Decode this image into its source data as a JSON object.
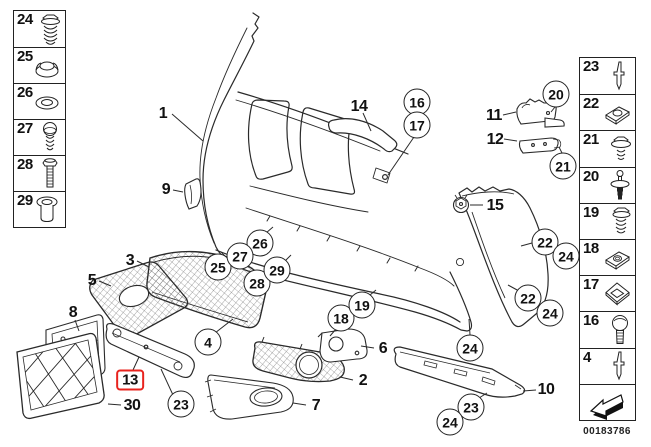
{
  "doc_number": "00183786",
  "colors": {
    "highlight_red": "#e8231e",
    "line": "#2a2a2a"
  },
  "fastener_panel_left": {
    "items": [
      {
        "label": "24",
        "icon": "hex-flange-screw-icon"
      },
      {
        "label": "25",
        "icon": "cover-cap-icon"
      },
      {
        "label": "26",
        "icon": "washer-icon"
      },
      {
        "label": "27",
        "icon": "oval-head-screw-icon"
      },
      {
        "label": "28",
        "icon": "hex-bolt-icon"
      },
      {
        "label": "29",
        "icon": "spacer-sleeve-icon"
      }
    ]
  },
  "fastener_panel_right": {
    "items": [
      {
        "label": "23",
        "icon": "blind-rivet-icon"
      },
      {
        "label": "22",
        "icon": "clip-nut-icon"
      },
      {
        "label": "21",
        "icon": "screw-with-washer-icon"
      },
      {
        "label": "20",
        "icon": "expanding-rivet-icon"
      },
      {
        "label": "19",
        "icon": "flange-screw-icon"
      },
      {
        "label": "18",
        "icon": "clip-nut-hole-icon"
      },
      {
        "label": "17",
        "icon": "square-clip-icon"
      },
      {
        "label": "16",
        "icon": "pan-head-screw-icon"
      },
      {
        "label": "4",
        "icon": "blind-rivet-icon"
      }
    ],
    "footer_icon": "page-arrow-icon"
  },
  "callouts": {
    "plain": [
      {
        "label": "1"
      },
      {
        "label": "3"
      },
      {
        "label": "5"
      },
      {
        "label": "8"
      },
      {
        "label": "9"
      },
      {
        "label": "11"
      },
      {
        "label": "12"
      },
      {
        "label": "14"
      },
      {
        "label": "15"
      },
      {
        "label": "6"
      },
      {
        "label": "2"
      },
      {
        "label": "7"
      },
      {
        "label": "10"
      },
      {
        "label": "13",
        "highlighted": true
      },
      {
        "label": "30"
      }
    ],
    "circled": [
      {
        "label": "16"
      },
      {
        "label": "17"
      },
      {
        "label": "20"
      },
      {
        "label": "21"
      },
      {
        "label": "25"
      },
      {
        "label": "26"
      },
      {
        "label": "27"
      },
      {
        "label": "28"
      },
      {
        "label": "29"
      },
      {
        "label": "4"
      },
      {
        "label": "18"
      },
      {
        "label": "19"
      },
      {
        "label": "22"
      },
      {
        "label": "24"
      },
      {
        "label": "22"
      },
      {
        "label": "24"
      },
      {
        "label": "24"
      },
      {
        "label": "23"
      },
      {
        "label": "24"
      },
      {
        "label": "23"
      }
    ]
  }
}
